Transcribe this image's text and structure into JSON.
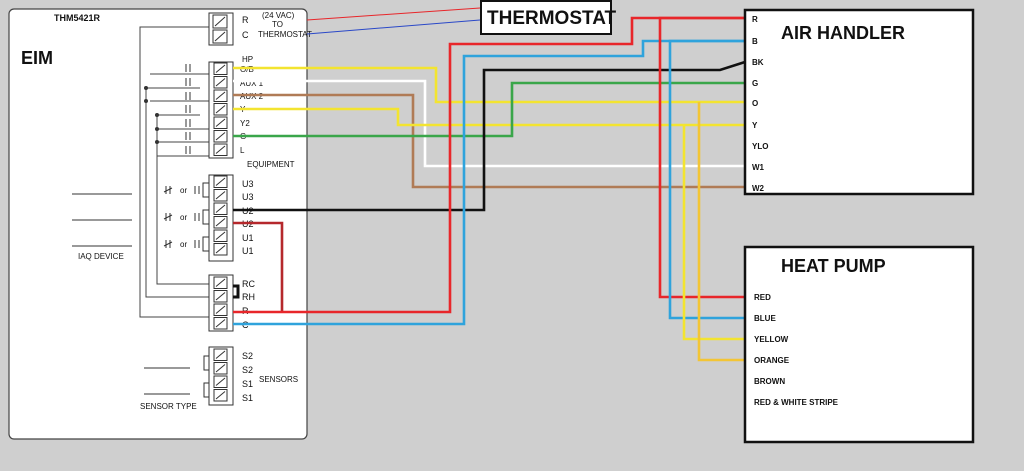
{
  "eim": {
    "model": "THM5421R",
    "name": "EIM",
    "power_terminals": [
      "R",
      "C"
    ],
    "power_note": [
      "(24 VAC)",
      "TO",
      "THERMOSTAT"
    ],
    "equipment_terminals": [
      "HP",
      "O/B",
      "AUX 1",
      "AUX 2",
      "Y",
      "Y2",
      "G",
      "L"
    ],
    "equipment_label": "EQUIPMENT",
    "universal_terminals": [
      "U3",
      "U3",
      "U2",
      "U2",
      "U1",
      "U1"
    ],
    "or_label": "or",
    "iaq_label": "IAQ DEVICE",
    "rc_terminals": [
      "RC",
      "RH",
      "R",
      "C"
    ],
    "sensor_terminals": [
      "S2",
      "S2",
      "S1",
      "S1"
    ],
    "sensors_label": "SENSORS",
    "sensor_type_label": "SENSOR TYPE"
  },
  "thermostat": {
    "label": "THERMOSTAT"
  },
  "air_handler": {
    "label": "AIR HANDLER",
    "terminals": [
      "R",
      "B",
      "BK",
      "G",
      "O",
      "Y",
      "YLO",
      "W1",
      "W2"
    ]
  },
  "heat_pump": {
    "label": "HEAT PUMP",
    "terminals": [
      "RED",
      "BLUE",
      "YELLOW",
      "ORANGE",
      "BROWN",
      "RED & WHITE STRIPE"
    ]
  },
  "colors": {
    "red": "#e8262a",
    "blue": "#2fa3dc",
    "yellow": "#f3e430",
    "orange": "#f3c535",
    "white": "#ffffff",
    "black": "#111111",
    "green": "#3aa64a",
    "brown": "#b07b56",
    "darkred": "#b5282c"
  }
}
